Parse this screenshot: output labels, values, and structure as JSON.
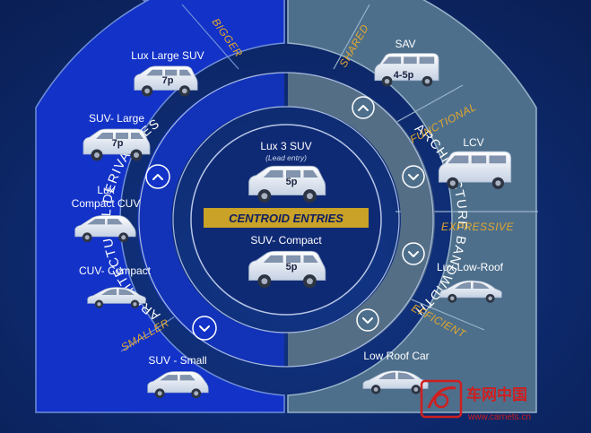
{
  "left_categories": {
    "top": "BIGGER",
    "bottom": "SMALLER"
  },
  "right_categories": {
    "shared": "SHARED",
    "functional": "FUNCTIONAL",
    "expressive": "EXPRESSIVE",
    "efficient": "EFFICIENT"
  },
  "left_ring_label": "ARCHITECTURAL DERIVATIVES",
  "right_ring_label": "ARCHITECTURE BANDWIDTH",
  "center": {
    "top_label": "Lux 3 SUV",
    "top_sub": "(Lead entry)",
    "top_cap": "5p",
    "band": "CENTROID ENTRIES",
    "bottom_label": "SUV- Compact",
    "bottom_cap": "5p"
  },
  "left_vehicles": [
    {
      "label": "Lux Large SUV",
      "cap": "7p"
    },
    {
      "label": "SUV- Large",
      "cap": "7p"
    },
    {
      "label_line1": "Lux",
      "label_line2": "Compact CUV"
    },
    {
      "label": "CUV- Compact"
    },
    {
      "label": "SUV - Small"
    }
  ],
  "right_vehicles": [
    {
      "label": "SAV",
      "cap": "4-5p"
    },
    {
      "label": "LCV"
    },
    {
      "label": "Lux Low-Roof"
    },
    {
      "label": "Low Roof Car"
    }
  ],
  "watermark": {
    "cn": "车网中国",
    "url": "www.carnets.cn"
  },
  "colors": {
    "background": "#0d2a6e",
    "left": "#1232c8",
    "right": "#4d6f8c",
    "band": "#c9a227",
    "accent": "#e3a72c"
  }
}
